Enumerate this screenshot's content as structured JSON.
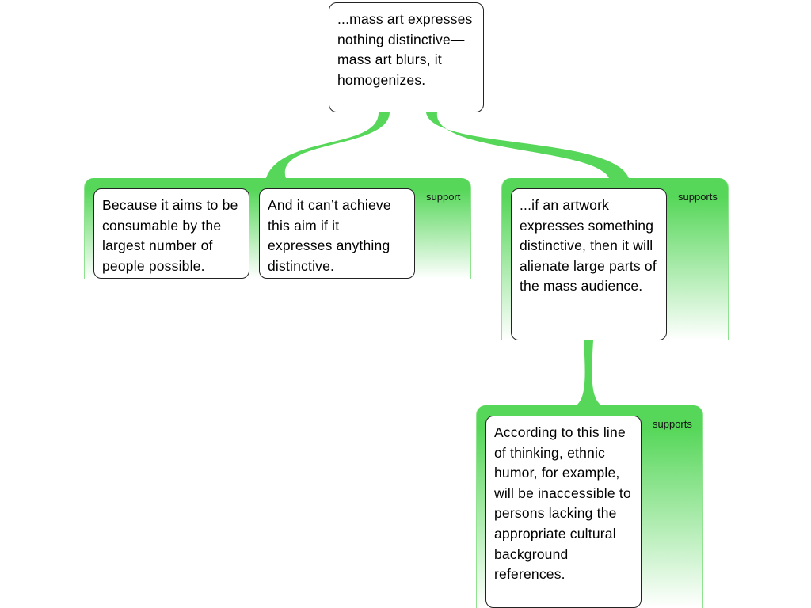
{
  "claim": "...mass art expresses nothing distinctive—mass art blurs, it homogenizes.",
  "groups": [
    {
      "label": "support",
      "premises": [
        "Because it aims to be consumable by the largest number of people possible.",
        "And it can’t achieve this aim if it expresses anything distinctive."
      ]
    },
    {
      "label": "supports",
      "premises": [
        "...if an artwork expresses something distinctive, then it will alienate large parts of the mass audience."
      ]
    },
    {
      "label": "supports",
      "premises": [
        "According to this line of thinking, ethnic humor, for example, will be inaccessible to persons lacking the appropriate cultural background references."
      ]
    }
  ],
  "colors": {
    "support": "#57d75a"
  }
}
